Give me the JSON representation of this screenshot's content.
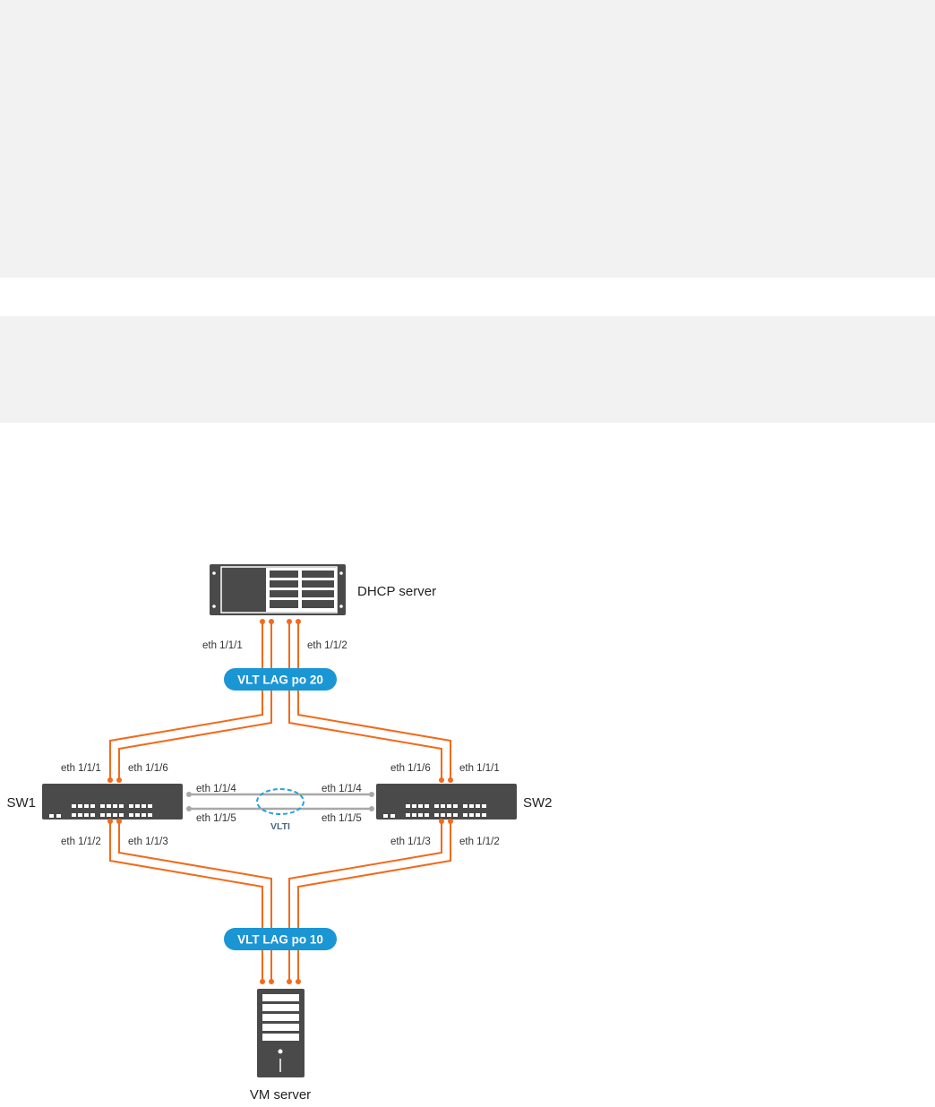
{
  "code_blocks": [
    {
      "lines": []
    },
    {
      "lines": []
    }
  ],
  "diagram": {
    "dhcp_server": "DHCP server",
    "vm_server": "VM server",
    "sw1": "SW1",
    "sw2": "SW2",
    "lag_top": "VLT LAG po 20",
    "lag_bottom": "VLT LAG po 10",
    "vlti": "VLTI",
    "ports": {
      "dhcp_left": "eth 1/1/1",
      "dhcp_right": "eth 1/1/2",
      "sw1_top_left": "eth 1/1/1",
      "sw1_top_right": "eth 1/1/6",
      "sw2_top_left": "eth 1/1/6",
      "sw2_top_right": "eth 1/1/1",
      "sw1_bottom_left": "eth 1/1/2",
      "sw1_bottom_right": "eth 1/1/3",
      "sw2_bottom_left": "eth 1/1/3",
      "sw2_bottom_right": "eth 1/1/2",
      "vlti_sw1_a": "eth 1/1/4",
      "vlti_sw1_b": "eth 1/1/5",
      "vlti_sw2_a": "eth 1/1/4",
      "vlti_sw2_b": "eth 1/1/5"
    },
    "colors": {
      "link": "#f26a1b",
      "lag_pill": "#1a96d4",
      "vlti_ring": "#2aa0d8",
      "device": "#4a4a4a"
    }
  }
}
